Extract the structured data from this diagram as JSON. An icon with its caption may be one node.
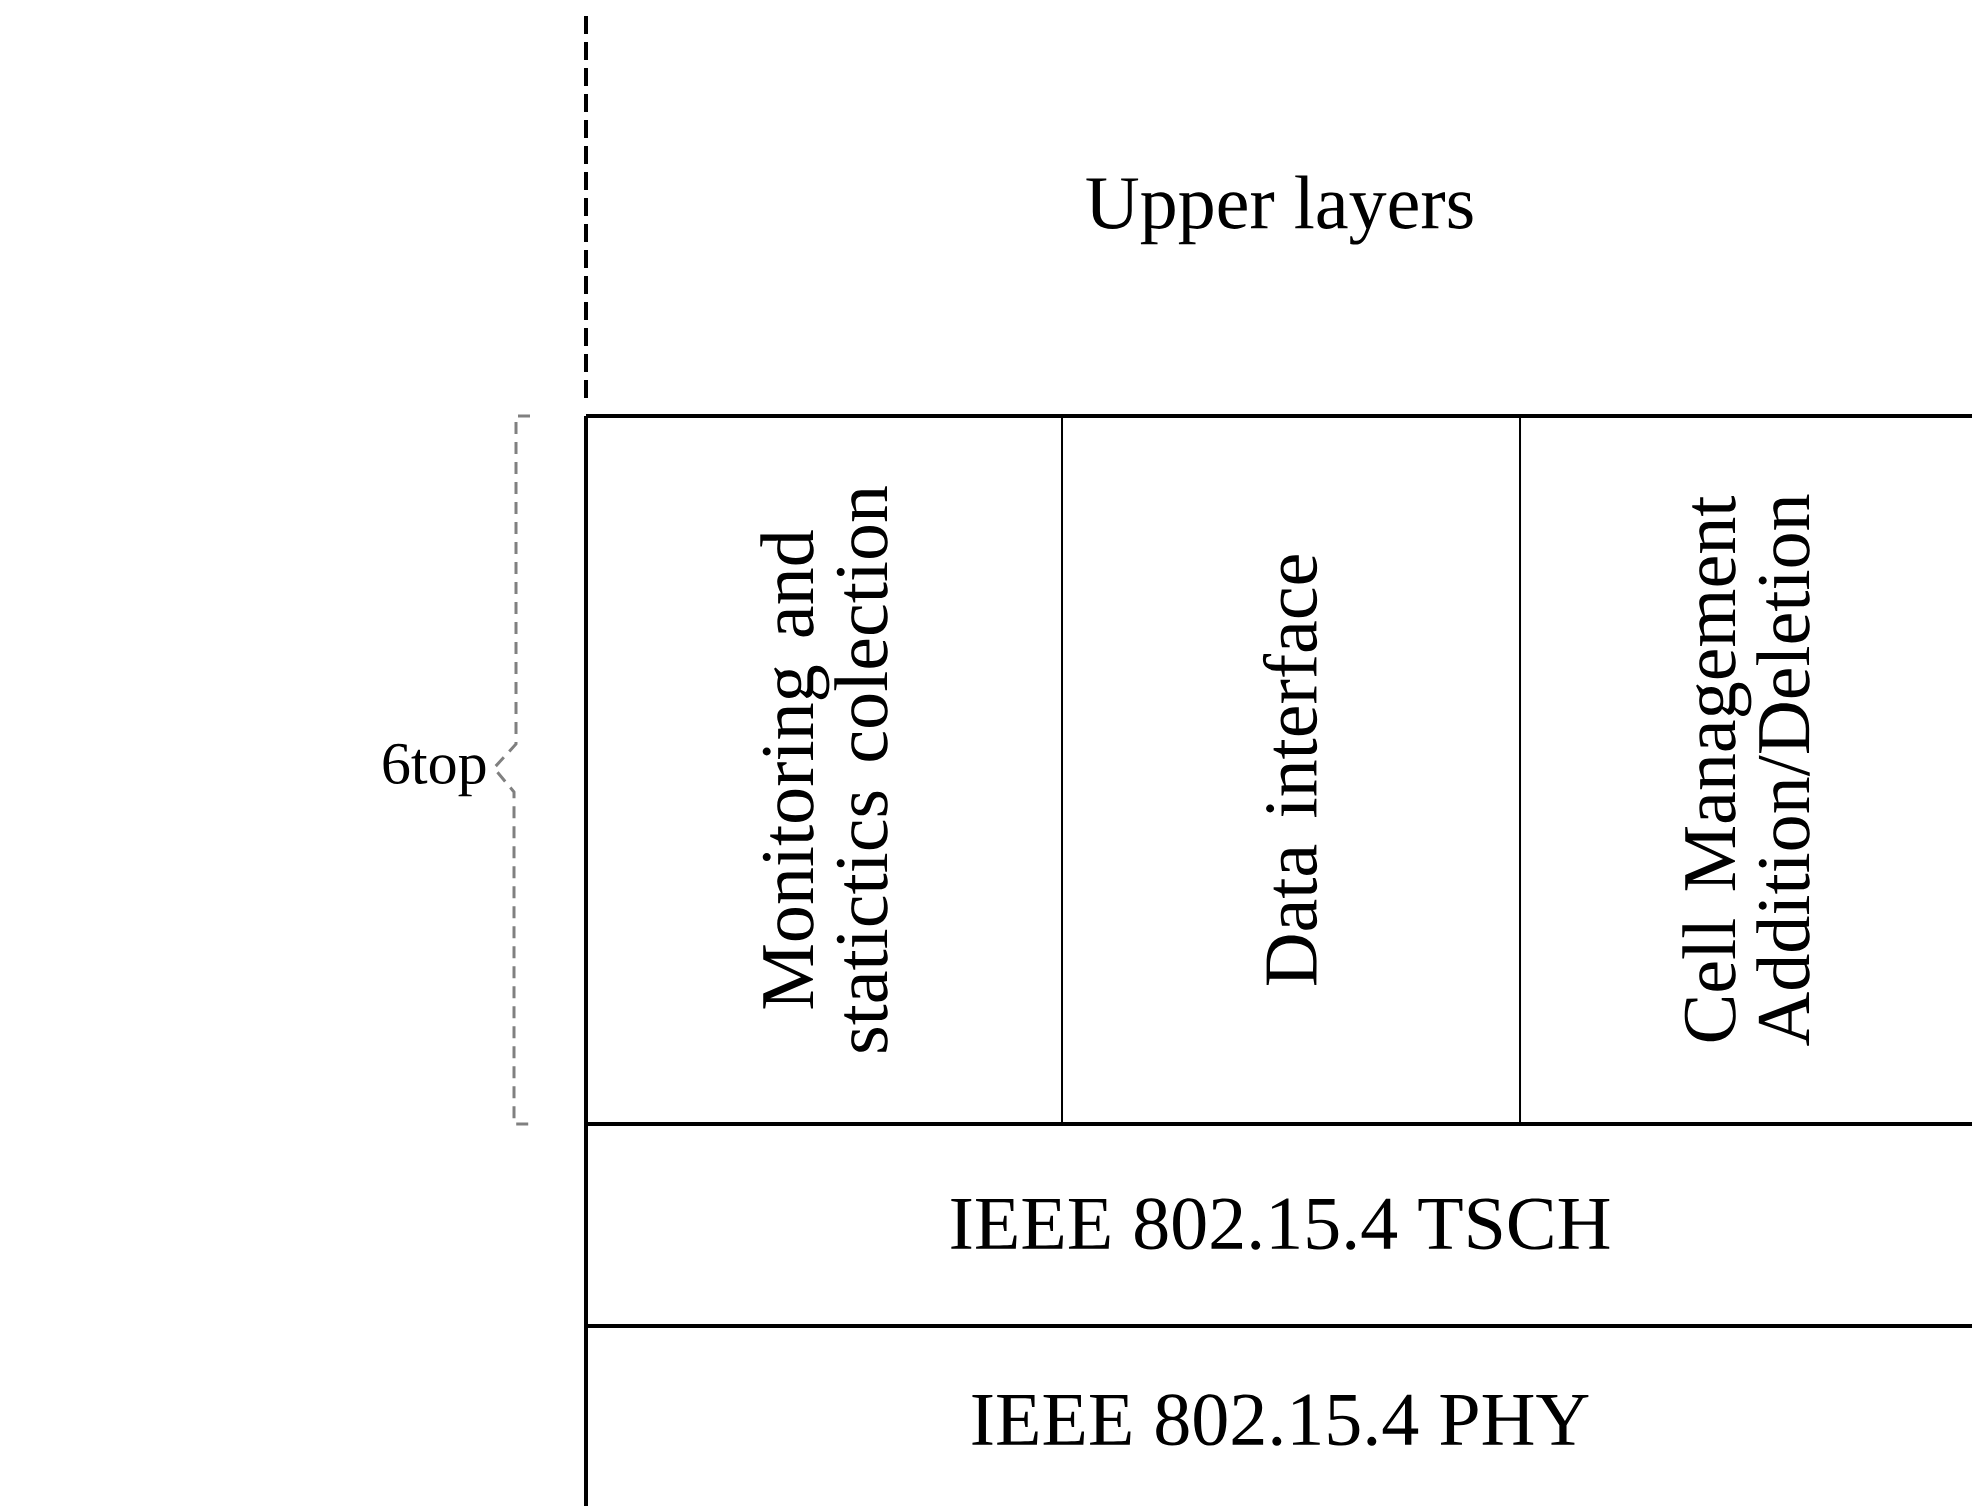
{
  "diagram": {
    "nodes": [
      {
        "text": [
          "Upper layers"
        ]
      },
      {
        "text": [
          "Monitoring and statictics colection"
        ]
      },
      {
        "text": [
          "Data interface"
        ]
      },
      {
        "text": [
          "Cell Management Addition/Deletion"
        ]
      },
      {
        "text": [
          "IEEE 802.15.4 TSCH"
        ]
      },
      {
        "text": [
          "IEEE 802.15.4 PHY"
        ]
      }
    ],
    "labels": [
      "6top"
    ]
  }
}
